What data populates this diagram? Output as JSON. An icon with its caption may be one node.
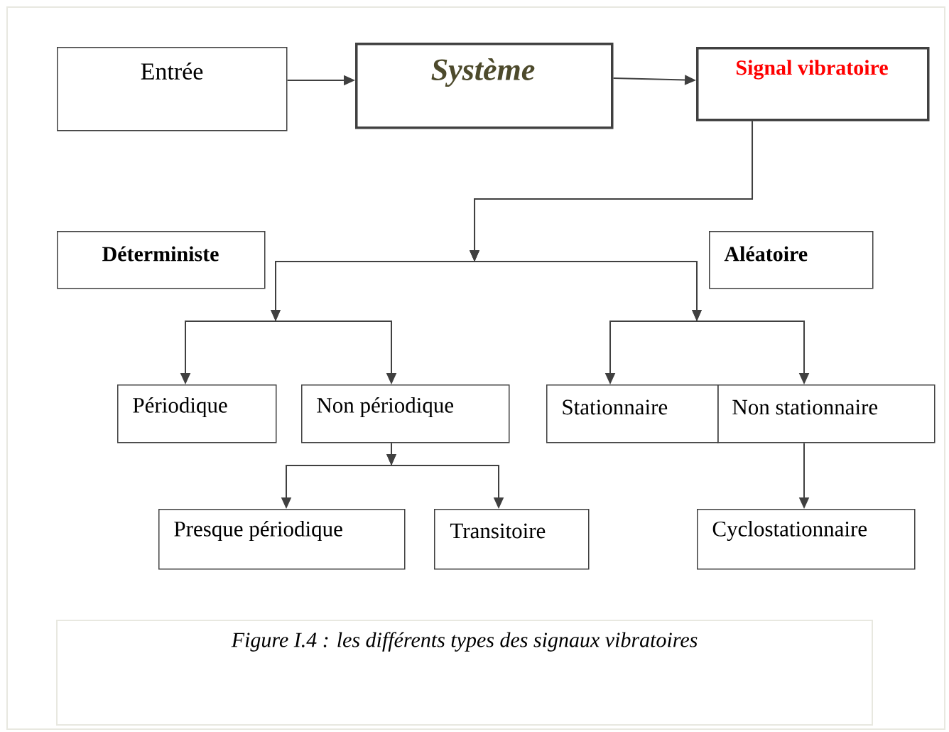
{
  "diagram": {
    "caption": "Figure I.4 : les différents types des signaux vibratoires",
    "nodes": [
      {
        "text": [
          "Entrée"
        ]
      },
      {
        "text": [
          "Système"
        ]
      },
      {
        "text": [
          "Signal vibratoire"
        ]
      },
      {
        "text": [
          "Déterministe"
        ]
      },
      {
        "text": [
          "Aléatoire"
        ]
      },
      {
        "text": [
          "Périodique"
        ]
      },
      {
        "text": [
          "Non périodique"
        ]
      },
      {
        "text": [
          "Stationnaire"
        ]
      },
      {
        "text": [
          "Non stationnaire"
        ]
      },
      {
        "text": [
          "Presque périodique"
        ]
      },
      {
        "text": [
          "Transitoire"
        ]
      },
      {
        "text": [
          "Cyclostationnaire"
        ]
      }
    ],
    "edges": [
      {
        "from": 0,
        "to": 1,
        "arrow": "to"
      },
      {
        "from": 1,
        "to": 2,
        "arrow": "to"
      },
      {
        "from": 2,
        "to": 5,
        "arrow": "to"
      },
      {
        "from": 2,
        "to": 6,
        "arrow": "to"
      },
      {
        "from": 2,
        "to": 7,
        "arrow": "to"
      },
      {
        "from": 2,
        "to": 8,
        "arrow": "to"
      },
      {
        "from": 6,
        "to": 9,
        "arrow": "to"
      },
      {
        "from": 6,
        "to": 10,
        "arrow": "to"
      },
      {
        "from": 8,
        "to": 11,
        "arrow": "to"
      }
    ]
  }
}
